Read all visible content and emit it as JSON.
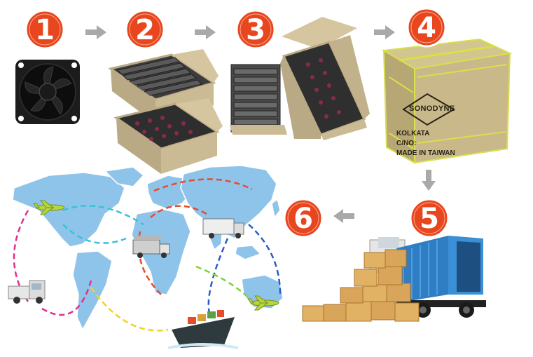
{
  "steps": [
    {
      "number": "1",
      "subject": "cooling fan"
    },
    {
      "number": "2",
      "subject": "fans in trays inside open carton"
    },
    {
      "number": "3",
      "subject": "stacked trays and packed carton"
    },
    {
      "number": "4",
      "subject": "sealed shipping carton"
    },
    {
      "number": "5",
      "subject": "boxes loaded into container truck"
    },
    {
      "number": "6",
      "subject": "worldwide delivery map"
    }
  ],
  "carton": {
    "brand": "SONODYNE",
    "line1": "KOLKATA",
    "line2": "C/NO:",
    "line3": "MADE IN TAIWAN"
  },
  "colors": {
    "badge": "#e8461e",
    "badge_ring": "#ffffff",
    "arrow": "#a9a9a9",
    "map_land": "#8fc4ea",
    "carton": "#c9b98a",
    "carton_tape": "#d8e04a",
    "container": "#3a8fd6"
  },
  "route_colors": [
    "#e0308a",
    "#f2d21c",
    "#32c4d8",
    "#7cd23a",
    "#e84a2c",
    "#2a5ac8"
  ]
}
